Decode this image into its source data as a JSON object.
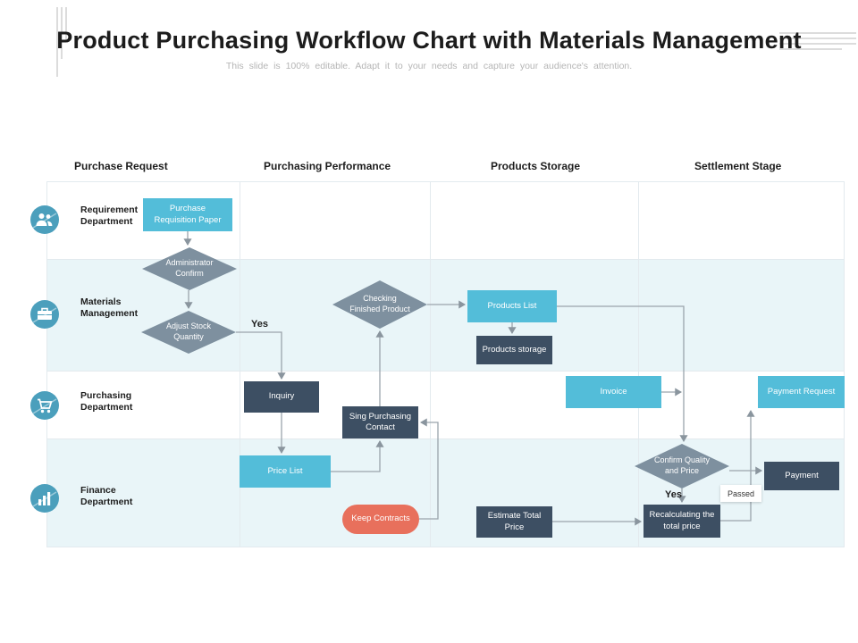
{
  "header": {
    "title": "Product Purchasing Workflow Chart with Materials Management",
    "subtitle": "This slide is 100% editable. Adapt it to your needs and capture your audience's attention."
  },
  "columns": [
    {
      "label": "Purchase Request"
    },
    {
      "label": "Purchasing Performance"
    },
    {
      "label": "Products Storage"
    },
    {
      "label": "Settlement Stage"
    }
  ],
  "lanes": [
    {
      "label": "Requirement Department",
      "icon": "team-icon"
    },
    {
      "label": "Materials Management",
      "icon": "briefcase-icon"
    },
    {
      "label": "Purchasing Department",
      "icon": "cart-icon"
    },
    {
      "label": "Finance Department",
      "icon": "chart-icon"
    }
  ],
  "nodes": {
    "purchase_requisition_paper": "Purchase Requisition Paper",
    "administrator_confirm": "Administrator Confirm",
    "adjust_stock_quantity": "Adjust Stock Quantity",
    "checking_finished_product": "Checking Finished Product",
    "products_list": "Products List",
    "products_storage": "Products storage",
    "inquiry": "Inquiry",
    "sing_purchasing_contact": "Sing Purchasing Contact",
    "invoice": "Invoice",
    "payment_request": "Payment Request",
    "price_list": "Price List",
    "keep_contracts": "Keep Contracts",
    "estimate_total_price": "Estimate Total Price",
    "confirm_quality_and_price": "Confirm Quality and Price",
    "recalculating_total_price": "Recalculating the total price",
    "payment": "Payment"
  },
  "flow_labels": {
    "yes_stock": "Yes",
    "yes_quality": "Yes",
    "passed": "Passed"
  },
  "colors": {
    "box_blue": "#53bdd9",
    "box_dark": "#3d4f63",
    "diamond_gray": "#7e909f",
    "pill_coral": "#e8705c",
    "lane_alt_bg": "#e9f5f8",
    "connector": "#9aa4ac",
    "icon_teal": "#4b9fbc"
  }
}
